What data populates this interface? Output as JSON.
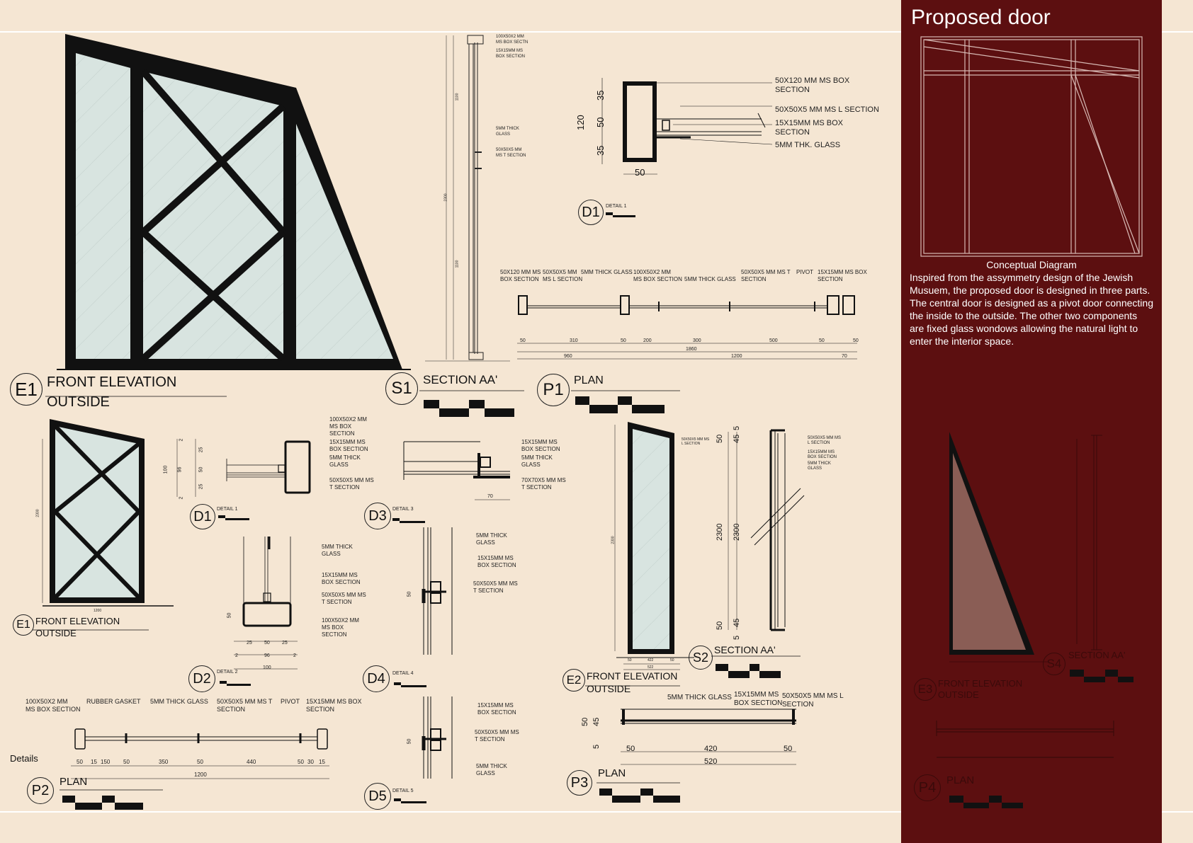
{
  "panel": {
    "title": "Proposed door",
    "caption": "Conceptual Diagram",
    "description": "Inspired from the assymmetry design of the Jewish Musuem, the proposed door is designed in three parts. The central door is designed as a pivot door connecting the inside to the outside. The other two components are  fixed glass wondows allowing the natural light to enter the interior space."
  },
  "colors": {
    "background": "#f5e6d3",
    "panel": "#5c0f10",
    "glass": "#d8e4e0",
    "frame": "#111111",
    "triangle_glass": "#8a5d55"
  },
  "drawings": {
    "e1": {
      "tag": "E1",
      "title": "FRONT ELEVATION",
      "subtitle": "OUTSIDE"
    },
    "s1": {
      "tag": "S1",
      "title": "SECTION AA'",
      "notes": [
        "100X50X2 MM\nMS BOX SECTN",
        "15X15MM MS\nBOX SECTION",
        "5MM THICK\nGLASS",
        "50X50X5 MM\nMS T SECTION"
      ],
      "dims": [
        "2300",
        "1100",
        "1100"
      ]
    },
    "p1": {
      "tag": "P1",
      "title": "PLAN",
      "notes": [
        "50X120 MM MS\nBOX SECTION",
        "50X50X5 MM\nMS L SECTION",
        "5MM THICK GLASS",
        "100X50X2 MM\nMS BOX SECTION",
        "5MM THICK GLASS",
        "50X50X5 MM MS T\nSECTION",
        "PIVOT",
        "15X15MM MS BOX\nSECTION"
      ],
      "dims": [
        "50",
        "310",
        "50",
        "200",
        "300",
        "500",
        "50",
        "50"
      ],
      "totals": [
        "960",
        "1860",
        "1200",
        "70"
      ]
    },
    "d1_top": {
      "tag": "D1",
      "detail": "DETAIL 1",
      "notes": [
        "50X120 MM MS BOX\nSECTION",
        "50X50X5 MM MS L SECTION",
        "15X15MM MS BOX\nSECTION",
        "5MM THK. GLASS"
      ],
      "dims": [
        "35",
        "50",
        "35",
        "120",
        "50"
      ]
    },
    "e1_small": {
      "tag": "E1",
      "title": "FRONT ELEVATION",
      "subtitle": "OUTSIDE",
      "dims": [
        "2300",
        "1200"
      ]
    },
    "d1_small": {
      "tag": "D1",
      "detail": "DETAIL 1",
      "notes": [
        "100X50X2 MM\nMS BOX\nSECTION",
        "15X15MM MS\nBOX SECTION",
        "5MM THICK\nGLASS",
        "50X50X5 MM MS\nT SECTION"
      ],
      "dims": [
        "2",
        "25",
        "50",
        "25",
        "2",
        "100",
        "96"
      ]
    },
    "d3": {
      "tag": "D3",
      "detail": "DETAIL 3",
      "notes": [
        "15X15MM MS\nBOX SECTION",
        "5MM THICK\nGLASS",
        "70X70X5 MM MS\nT SECTION"
      ],
      "dims": [
        "70"
      ]
    },
    "d2": {
      "tag": "D2",
      "detail": "DETAIL 2",
      "notes": [
        "5MM THICK\nGLASS",
        "15X15MM MS\nBOX SECTION",
        "50X50X5 MM MS\nT SECTION",
        "100X50X2 MM\nMS BOX\nSECTION"
      ],
      "dims": [
        "50",
        "25",
        "50",
        "25",
        "2",
        "96",
        "2",
        "100"
      ]
    },
    "d4": {
      "tag": "D4",
      "detail": "DETAIL 4",
      "notes": [
        "5MM THICK\nGLASS",
        "15X15MM MS\nBOX SECTION",
        "50X50X5 MM MS\nT SECTION"
      ],
      "dims": [
        "50"
      ]
    },
    "d5": {
      "tag": "D5",
      "detail": "DETAIL 5",
      "notes": [
        "15X15MM MS\nBOX SECTION",
        "50X50X5 MM MS\nT SECTION",
        "5MM THICK\nGLASS"
      ],
      "dims": [
        "50"
      ]
    },
    "e2": {
      "tag": "E2",
      "title": "FRONT ELEVATION",
      "subtitle": "OUTSIDE",
      "dims": [
        "2300",
        "50",
        "422",
        "50",
        "522"
      ],
      "notes": [
        "50X50X5 MM MS\nL SECTION"
      ]
    },
    "s2": {
      "tag": "S2",
      "title": "SECTION AA'",
      "notes": [
        "50X50X5 MM MS\nL SECTION",
        "15X15MM MS\nBOX SECTION",
        "5MM THICK\nGLASS"
      ],
      "dims": [
        "50",
        "45",
        "5",
        "2300",
        "2300",
        "50",
        "45",
        "5"
      ]
    },
    "p3": {
      "tag": "P3",
      "title": "PLAN",
      "notes": [
        "5MM THICK GLASS",
        "15X15MM MS\nBOX SECTION",
        "50X50X5 MM MS L\nSECTION"
      ],
      "dims": [
        "50",
        "45",
        "5",
        "50",
        "420",
        "50",
        "520"
      ]
    },
    "p2": {
      "tag": "P2",
      "title": "PLAN",
      "section_label": "Details",
      "notes": [
        "100X50X2 MM\nMS BOX SECTION",
        "RUBBER GASKET",
        "5MM THICK GLASS",
        "50X50X5 MM MS T\nSECTION",
        "PIVOT",
        "15X15MM MS BOX\nSECTION"
      ],
      "dims": [
        "50",
        "15",
        "150",
        "50",
        "350",
        "50",
        "440",
        "50",
        "30",
        "15"
      ],
      "total": "1200"
    },
    "e3": {
      "tag": "E3",
      "title": "FRONT ELEVATION",
      "subtitle": "OUTSIDE"
    },
    "s4": {
      "tag": "S4",
      "title": "SECTION AA'"
    },
    "p4": {
      "tag": "P4",
      "title": "PLAN"
    }
  }
}
